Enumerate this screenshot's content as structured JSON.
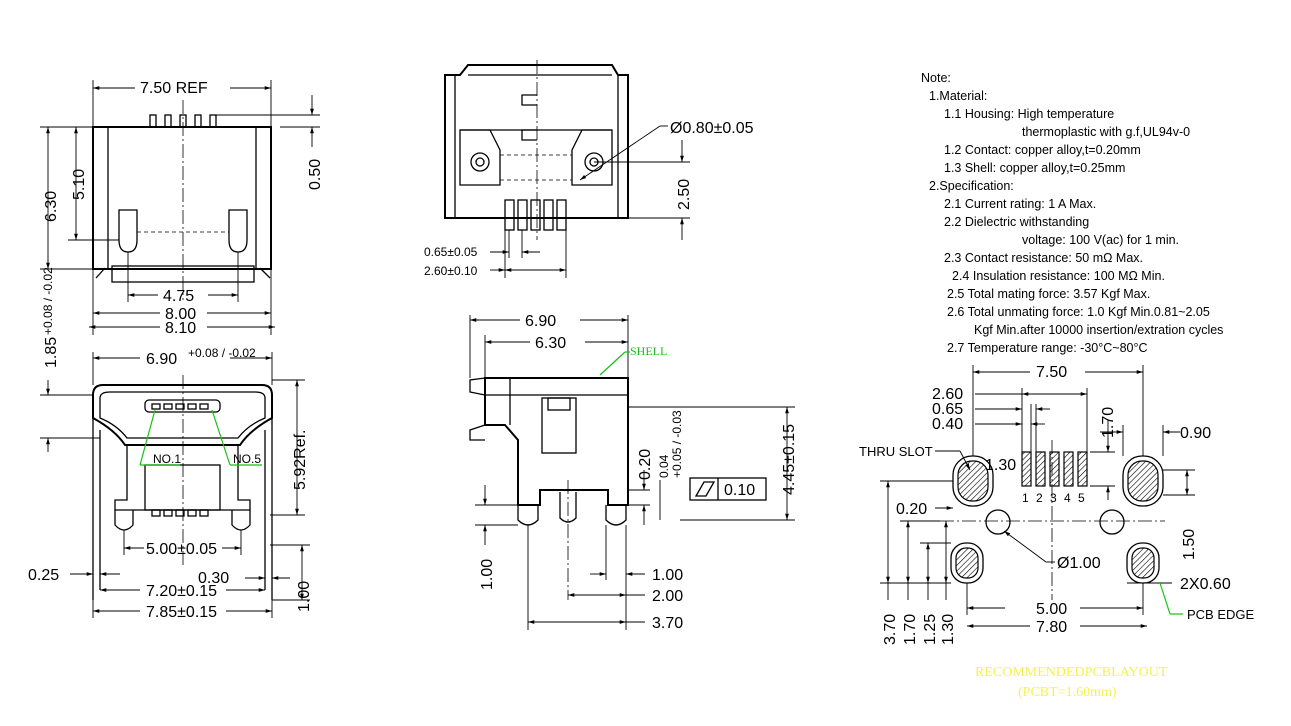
{
  "front_view": {
    "dim_ref": "7.50 REF",
    "dim_height_total": "6.30",
    "dim_height_inner": "5.10",
    "dim_pin_height": "0.50",
    "dim_pad_width": "4.75",
    "dim_width_800": "8.00",
    "dim_width_810": "8.10"
  },
  "top_view": {
    "dim_pin_diameter": "Ø0.80±0.05",
    "dim_2_50": "2.50",
    "dim_pitch": "0.65±0.05",
    "dim_pins_span": "2.60±0.10"
  },
  "bottom_view": {
    "dim_185": "1.85",
    "dim_185_tol": "+0.08 / -0.02",
    "dim_690": "6.90",
    "dim_690_tol": "+0.08 / -0.02",
    "label_no1": "NO.1",
    "label_no5": "NO.5",
    "dim_592": "5.92Ref.",
    "dim_500": "5.00±0.05",
    "dim_025": "0.25",
    "dim_030": "0.30",
    "dim_720": "7.20±0.15",
    "dim_785": "7.85±0.15",
    "dim_100": "1.00"
  },
  "side_view": {
    "dim_690": "6.90",
    "dim_630": "6.30",
    "label_shell": "SHELL",
    "dim_020": "0.20",
    "dim_004": "0.04",
    "dim_004_tol": "+0.05 / -0.03",
    "flatness": "0.10",
    "dim_445": "4.45±0.15",
    "dim_100_vert": "1.00",
    "dim_100": "1.00",
    "dim_200": "2.00",
    "dim_370": "3.70"
  },
  "notes": {
    "title": "Note:",
    "lines": [
      "1.Material:",
      "1.1 Housing:  High temperature",
      "thermoplastic with g.f,UL94v-0",
      "1.2 Contact:  copper alloy,t=0.20mm",
      "1.3 Shell:  copper alloy,t=0.25mm",
      "2.Specification:",
      "2.1 Current rating:  1 A Max.",
      "2.2 Dielectric withstanding",
      "voltage:  100 V(ac) for 1 min.",
      "2.3 Contact resistance:  50 mΩ Max.",
      "2.4 Insulation resistance:  100 MΩ Min.",
      "2.5 Total mating force:  3.57 Kgf Max.",
      "2.6 Total unmating force:  1.0 Kgf Min.0.81~2.05",
      "Kgf Min.after 10000 insertion/extration cycles",
      "2.7 Temperature range:  -30°C~80°C"
    ]
  },
  "pcb_layout": {
    "dim_750": "7.50",
    "dim_260": "2.60",
    "dim_065": "0.65",
    "dim_040": "0.40",
    "dim_170": "1.70",
    "dim_090": "0.90",
    "label_thru_slot": "THRU SLOT",
    "dim_130": "1.30",
    "pin_numbers": [
      "1",
      "2",
      "3",
      "4",
      "5"
    ],
    "dim_020": "0.20",
    "dim_150": "1.50",
    "dim_hole": "Ø1.00",
    "dim_2x060": "2X0.60",
    "dim_500": "5.00",
    "label_pcb_edge": "PCB EDGE",
    "dim_780": "7.80",
    "dim_370": "3.70",
    "dim_170_left": "1.70",
    "dim_125": "1.25",
    "dim_130_left": "1.30",
    "title": "RECOMMENDEDPCBLAYOUT",
    "subtitle": "(PCBT=1.60mm)"
  },
  "colors": {
    "line": "#000000",
    "leader_green": "#16c016",
    "title_yellow": "#f6f24c"
  }
}
